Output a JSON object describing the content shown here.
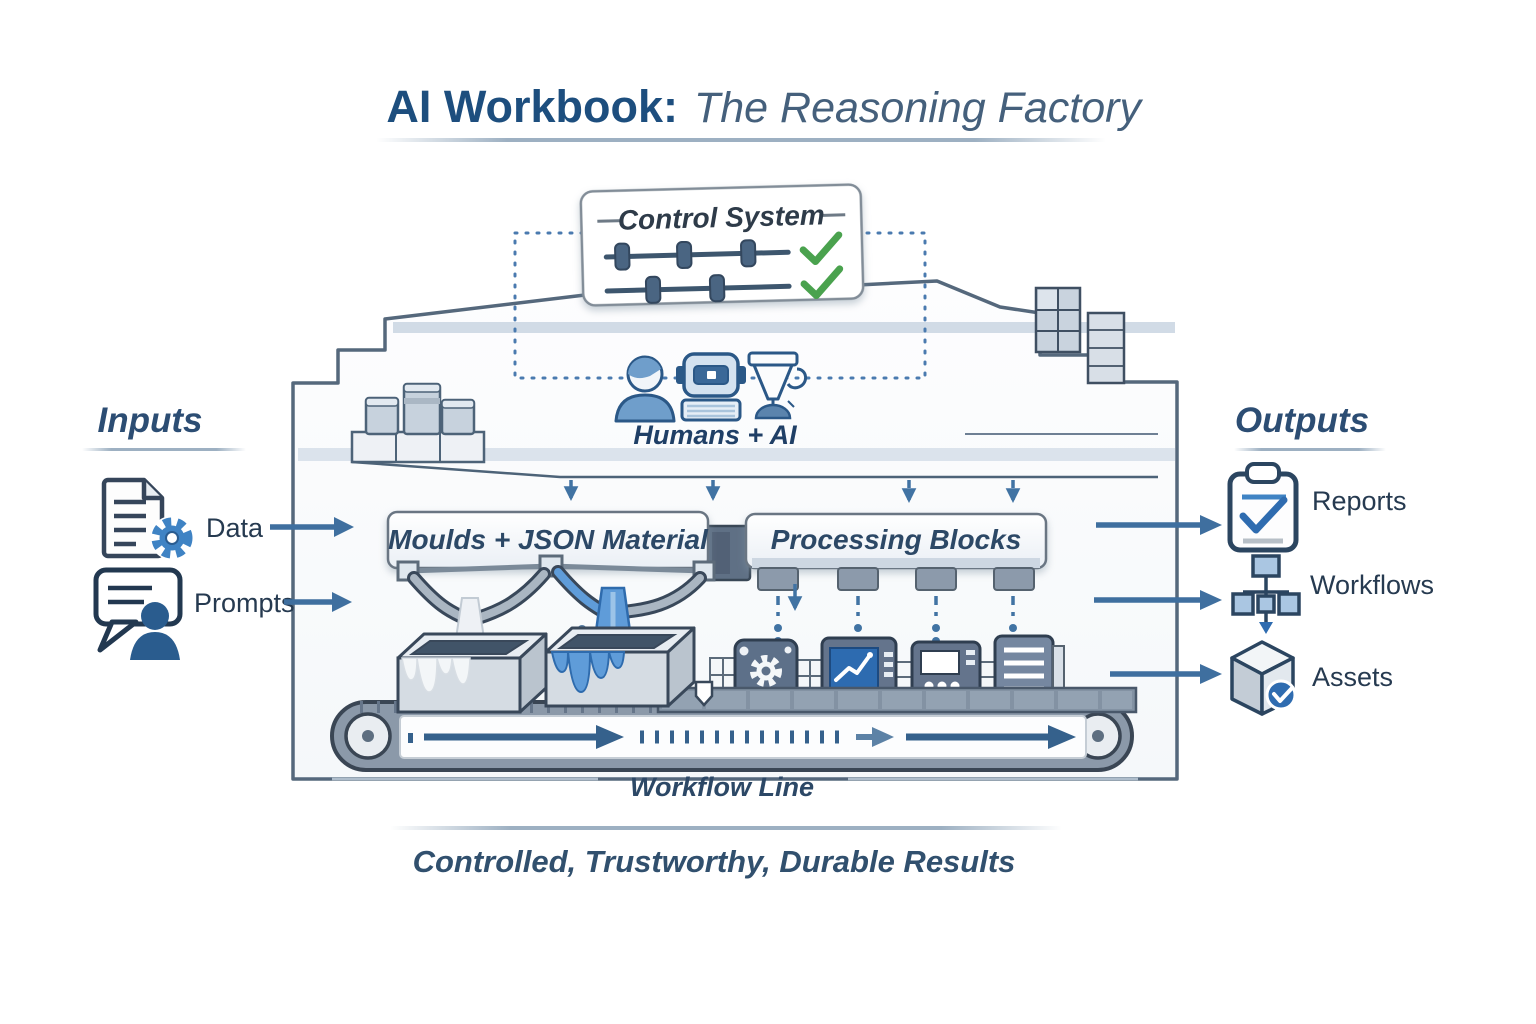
{
  "title": {
    "main": "AI Workbook:",
    "subtitle": "The Reasoning Factory"
  },
  "caption": "Controlled, Trustworthy, Durable Results",
  "control_system": {
    "label": "Control System",
    "slider_rows": 2,
    "checks_count": 2
  },
  "humans_ai": {
    "label": "Humans + AI",
    "icons": [
      "person-icon",
      "robot-icon",
      "trophy-icon"
    ]
  },
  "factory": {
    "moulds_label": "Moulds + JSON Material",
    "processing_label": "Processing Blocks",
    "belt_label": "Workflow Line",
    "machines": [
      "gear-machine",
      "chart-machine",
      "panel-machine",
      "printer-machine"
    ]
  },
  "inputs": {
    "heading": "Inputs",
    "items": [
      {
        "label": "Data",
        "icon": "document-gear-icon"
      },
      {
        "label": "Prompts",
        "icon": "chat-person-icon"
      }
    ]
  },
  "outputs": {
    "heading": "Outputs",
    "items": [
      {
        "label": "Reports",
        "icon": "clipboard-check-icon"
      },
      {
        "label": "Workflows",
        "icon": "flowchart-icon"
      },
      {
        "label": "Assets",
        "icon": "cube-badge-icon"
      }
    ]
  },
  "colors": {
    "navy": "#1d4e7e",
    "steel_outline": "#55687c",
    "arrow_blue": "#3f6f9f",
    "dashed_blue": "#4173a3",
    "check_green": "#4aa24e",
    "machine_slate": "#64748c",
    "screen_blue": "#2d6bb0",
    "liquid_blue": "#5f9cd9"
  }
}
